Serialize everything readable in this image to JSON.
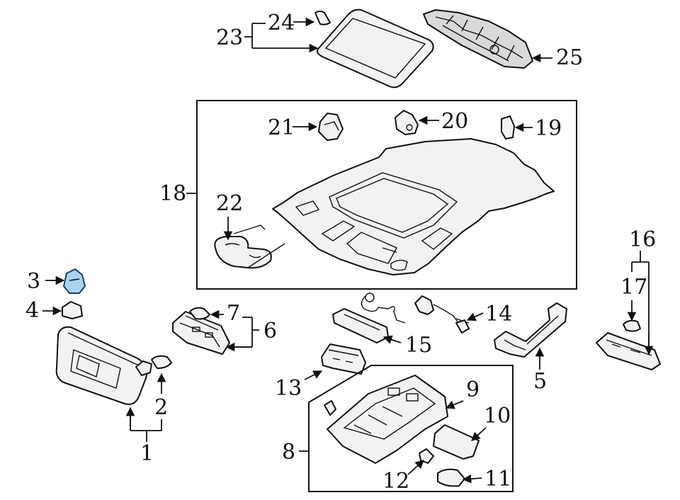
{
  "callouts": {
    "c1": "1",
    "c2": "2",
    "c3": "3",
    "c4": "4",
    "c5": "5",
    "c6": "6",
    "c7": "7",
    "c8": "8",
    "c9": "9",
    "c10": "10",
    "c11": "11",
    "c12": "12",
    "c13": "13",
    "c14": "14",
    "c15": "15",
    "c16": "16",
    "c17": "17",
    "c18": "18",
    "c19": "19",
    "c20": "20",
    "c21": "21",
    "c22": "22",
    "c23": "23",
    "c24": "24",
    "c25": "25"
  },
  "colors": {
    "highlight_part": "#a9d3f0",
    "line": "#111111",
    "part_fill": "#f2f2f2"
  }
}
